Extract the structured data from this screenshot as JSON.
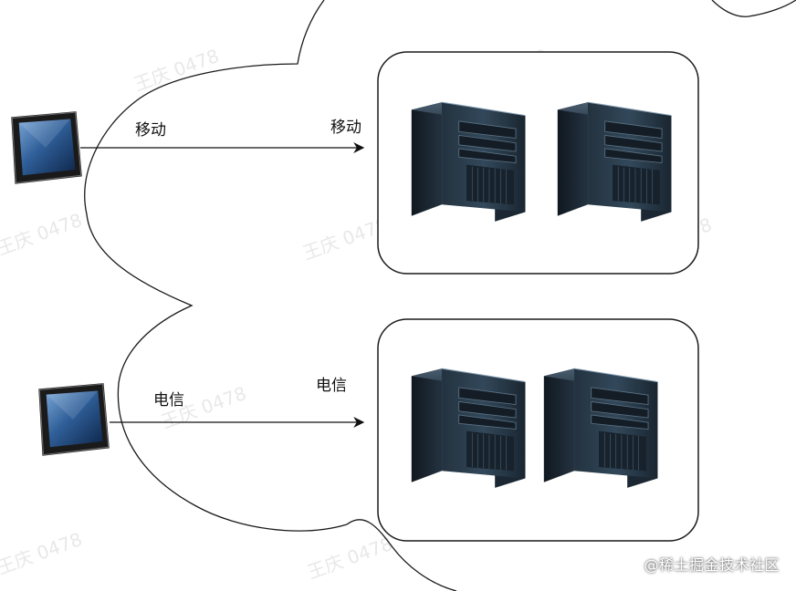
{
  "diagram": {
    "mobile": {
      "client_label": "移动",
      "server_label": "移动"
    },
    "telecom": {
      "client_label": "电信",
      "server_label": "电信"
    },
    "watermark": "王庆 0478",
    "credit": "@稀土掘金技术社区"
  }
}
